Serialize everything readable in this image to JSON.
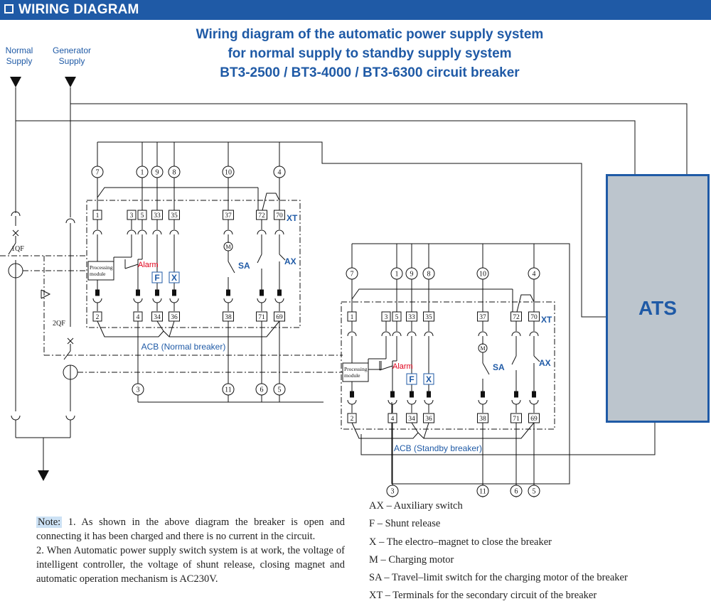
{
  "header": {
    "title": "WIRING DIAGRAM"
  },
  "titles": [
    "Wiring diagram of the automatic power supply system",
    "for normal supply to standby supply system",
    "BT3-2500 / BT3-4000 / BT3-6300 circuit breaker"
  ],
  "sources": {
    "normal": [
      "Normal",
      "Supply"
    ],
    "generator": [
      "Generator",
      "Supply"
    ]
  },
  "labels": {
    "qf1": "1QF",
    "qf2": "2QF",
    "ats": "ATS",
    "processing": [
      "Processing",
      "module"
    ],
    "alarm": "Alarm",
    "f": "F",
    "x": "X",
    "m": "M",
    "sa": "SA",
    "ax": "AX",
    "xt": "XT"
  },
  "breakers": [
    {
      "name": "ACB (Normal breaker)"
    },
    {
      "name": "ACB (Standby breaker)"
    }
  ],
  "top_circles": [
    "7",
    "1",
    "9",
    "8",
    "10",
    "4"
  ],
  "bottom_circles": [
    "3",
    "11",
    "6",
    "5"
  ],
  "top_terminals": [
    "1",
    "3",
    "5",
    "33",
    "35",
    "37",
    "72",
    "70"
  ],
  "bottom_terminals": [
    "2",
    "4",
    "34",
    "36",
    "38",
    "71",
    "69"
  ],
  "note": {
    "tag": "Note:",
    "items": [
      "1. As shown in the above diagram the breaker is open and connecting it has been charged and there is no current in the circuit.",
      "2. When Automatic power supply switch system is at work, the voltage of intelligent controller, the voltage of shunt release, closing magnet and automatic operation mechanism is AC230V."
    ]
  },
  "legend": [
    "AX – Auxiliary switch",
    "F – Shunt release",
    "X – The electro–magnet to close the breaker",
    "M – Charging motor",
    "SA – Travel–limit switch for the charging motor of the breaker",
    "XT – Terminals for the secondary circuit of the breaker"
  ],
  "colors": {
    "brand_blue": "#1f5aa6",
    "alarm_red": "#e0001b",
    "ats_fill": "#bcc5cd"
  }
}
